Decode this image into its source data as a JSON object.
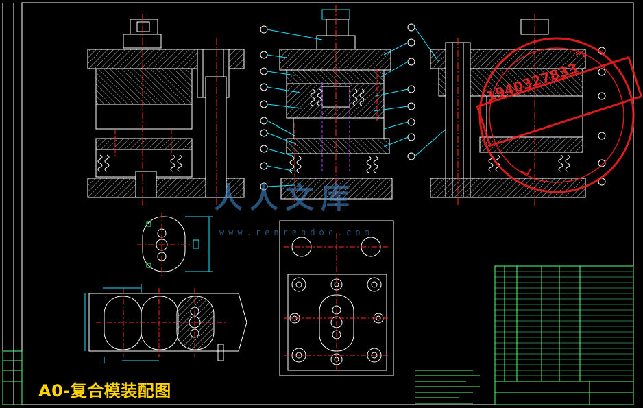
{
  "caption": "A0-复合模装配图",
  "watermark": {
    "text": "人人文库",
    "url": "www.renrendoc.com"
  },
  "stamp": {
    "phone": "1940327833"
  },
  "colors": {
    "background": "#000000",
    "outline": "#ffffff",
    "centerline": "#ff2a2a",
    "dimension": "#19e6ff",
    "hatch": "#c8c8c8",
    "spring": "#ffffff",
    "title_block": "#5cff7a",
    "stamp": "#ff2020",
    "caption": "#ffd400",
    "watermark": "#4696dc"
  },
  "icons": [
    "balloon-icon",
    "stamp-seal-icon"
  ]
}
